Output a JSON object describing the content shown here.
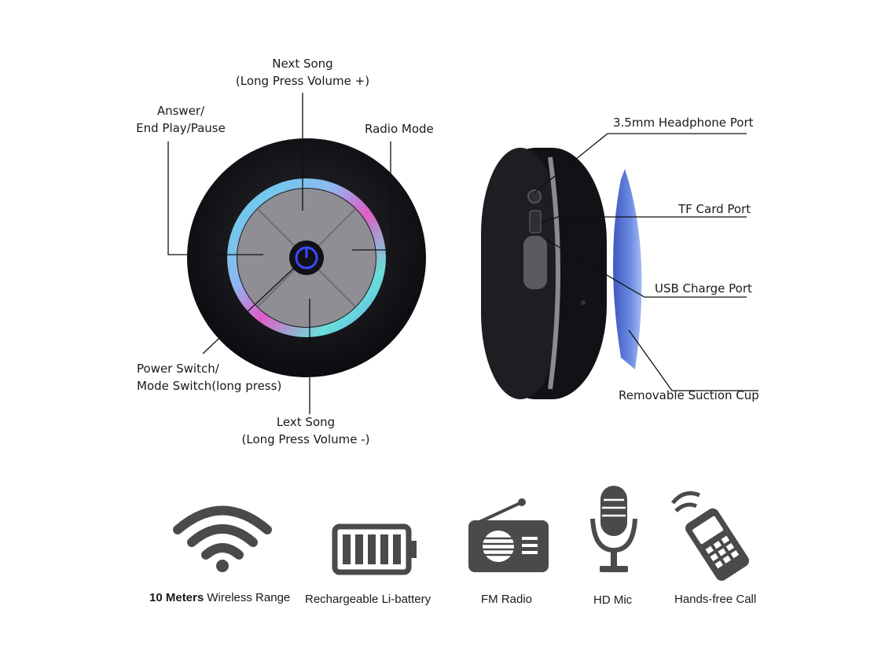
{
  "front_labels": {
    "next_song": "Next Song",
    "next_song_sub": "(Long Press Volume +)",
    "answer": "Answer/",
    "answer_sub": "End Play/Pause",
    "radio_mode": "Radio Mode",
    "power": "Power Switch/",
    "power_sub": "Mode Switch(long press)",
    "prev_song": "Lext Song",
    "prev_song_sub": "(Long Press Volume -)"
  },
  "side_labels": {
    "headphone": "3.5mm Headphone Port",
    "tf_card": "TF Card Port",
    "usb": "USB Charge Port",
    "suction": "Removable Suction Cup"
  },
  "features": [
    {
      "icon": "wifi-icon",
      "label_bold": "10 Meters",
      "label": "Wireless Range"
    },
    {
      "icon": "battery-icon",
      "label": "Rechargeable Li-battery"
    },
    {
      "icon": "radio-icon",
      "label": "FM Radio"
    },
    {
      "icon": "microphone-icon",
      "label": "HD Mic"
    },
    {
      "icon": "phone-icon",
      "label": "Hands-free Call"
    }
  ],
  "colors": {
    "speaker_body": "#141418",
    "icon_gray": "#4a4a4a",
    "led_cyan": "#5fd3e8",
    "led_pink": "#e05cc8",
    "suction_blue": "#3b5fd0"
  }
}
